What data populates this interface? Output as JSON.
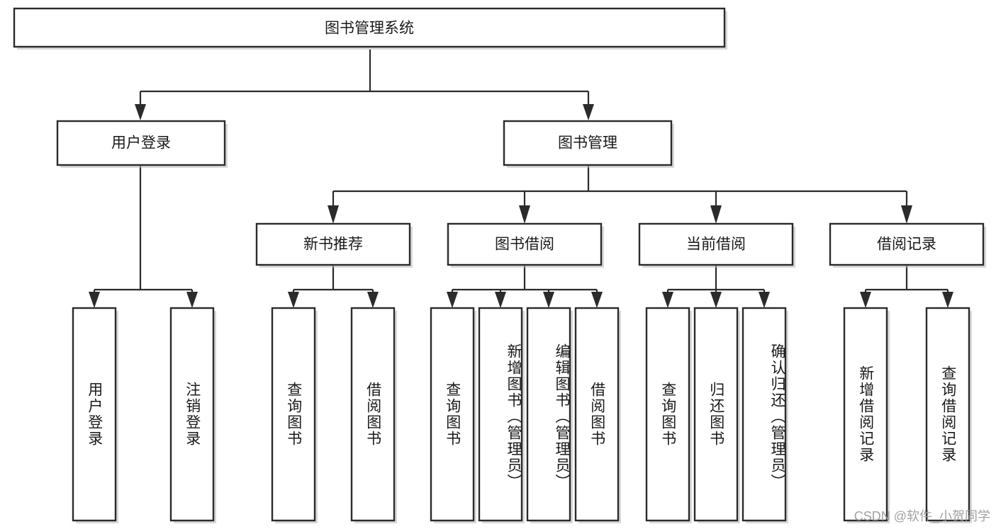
{
  "diagram": {
    "title": "图书管理系统",
    "type": "tree",
    "watermark": "CSDN @软件_小贺同学",
    "colors": {
      "box_stroke": "#2b2b2b",
      "box_fill": "#ffffff",
      "connector": "#2b2b2b",
      "text": "#1a1a1a",
      "watermark": "#9a9a9a",
      "background": "#ffffff"
    },
    "root": {
      "label": "图书管理系统"
    },
    "level2": [
      {
        "label": "用户登录"
      },
      {
        "label": "图书管理"
      }
    ],
    "level3": [
      {
        "label": "新书推荐"
      },
      {
        "label": "图书借阅"
      },
      {
        "label": "当前借阅"
      },
      {
        "label": "借阅记录"
      }
    ],
    "leaves": {
      "user_login": [
        {
          "label": "用户登录"
        },
        {
          "label": "注销登录"
        }
      ],
      "new_book_recommend": [
        {
          "label": "查询图书"
        },
        {
          "label": "借阅图书"
        }
      ],
      "book_borrow": [
        {
          "label": "查询图书"
        },
        {
          "label": "新增图书（管理员）"
        },
        {
          "label": "编辑图书（管理员）"
        },
        {
          "label": "借阅图书"
        }
      ],
      "current_borrow": [
        {
          "label": "查询图书"
        },
        {
          "label": "归还图书"
        },
        {
          "label": "确认归还（管理员）"
        }
      ],
      "borrow_record": [
        {
          "label": "新增借阅记录"
        },
        {
          "label": "查询借阅记录"
        }
      ]
    }
  }
}
